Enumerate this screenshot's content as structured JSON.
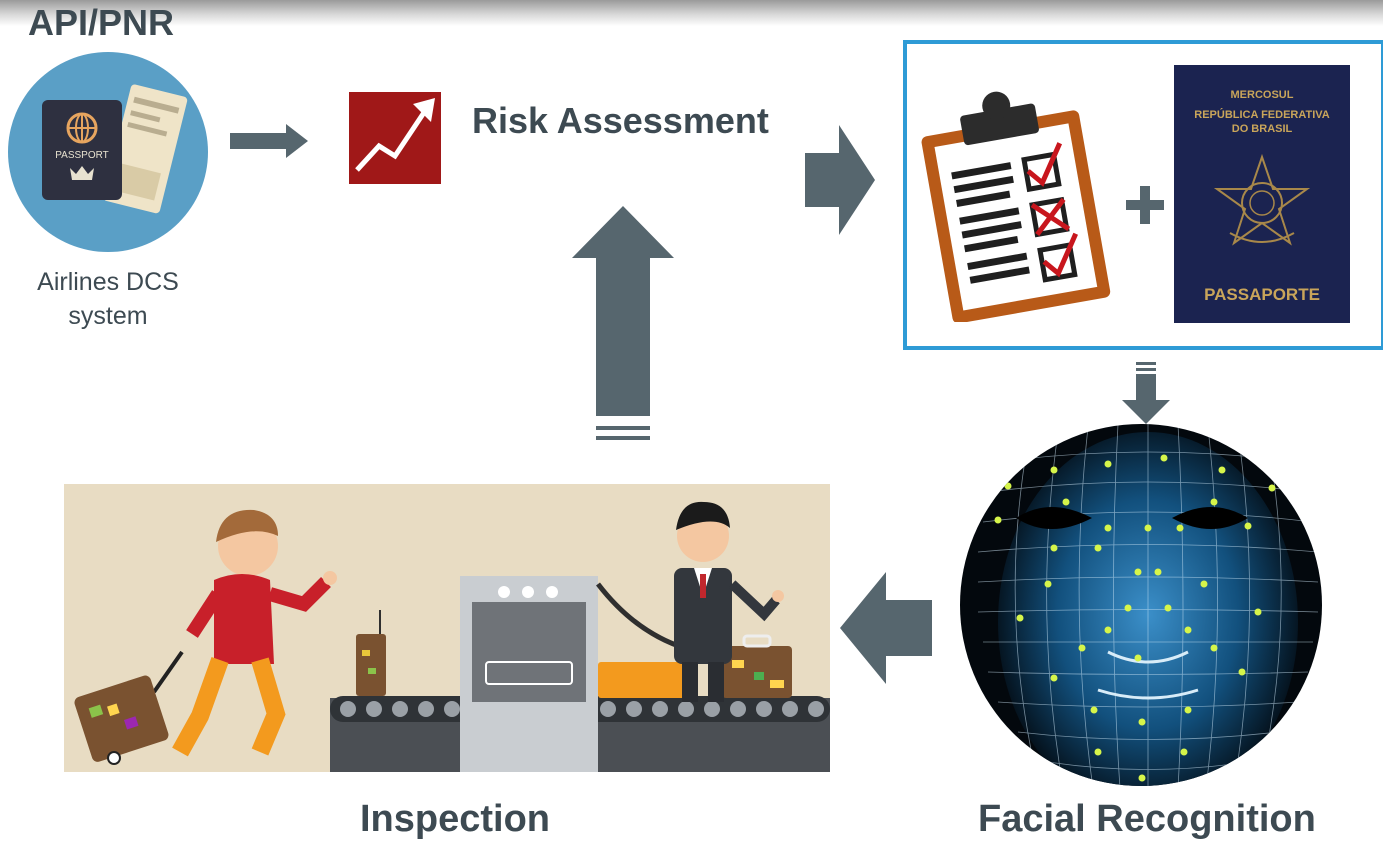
{
  "labels": {
    "api_pnr": "API/PNR",
    "airlines_line1": "Airlines DCS",
    "airlines_line2": "system",
    "risk_assessment": "Risk Assessment",
    "inspection": "Inspection",
    "facial_recognition": "Facial Recognition"
  },
  "passport_icon": {
    "text": "PASSPORT"
  },
  "brazil_passport": {
    "line1": "MERCOSUL",
    "line2": "REPÚBLICA FEDERATIVA",
    "line3": "DO BRASIL",
    "bottom": "PASSAPORTE"
  },
  "colors": {
    "arrow": "#56666e",
    "text": "#3d4a52",
    "highlight_border": "#2e9bd6",
    "risk_red": "#a01818",
    "passport_blue": "#1b2350"
  },
  "icons": [
    "passport-ticket-icon",
    "rising-chart-icon",
    "checklist-icon",
    "plus-icon",
    "brazil-passport-icon",
    "face-scan-icon",
    "airport-inspection-illustration"
  ]
}
